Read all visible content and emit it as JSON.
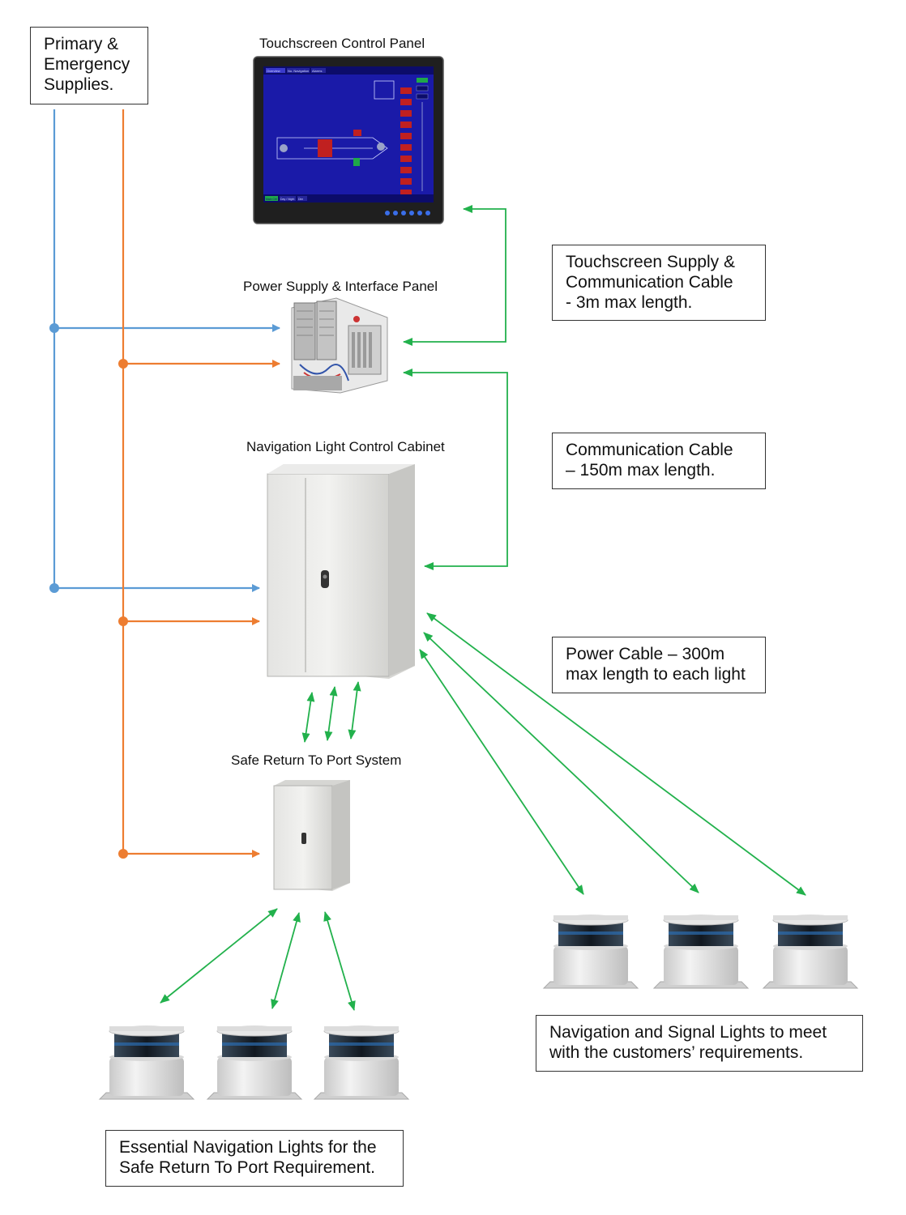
{
  "supplies": {
    "lines": [
      "Primary &",
      "Emergency",
      "Supplies."
    ]
  },
  "devices": {
    "touchscreen": "Touchscreen Control Panel",
    "power_supply": "Power Supply & Interface Panel",
    "cabinet": "Navigation Light Control Cabinet",
    "srtp": "Safe Return To Port System"
  },
  "screen_ui": {
    "tabs": [
      "Overview",
      "No. Navigation",
      "Alarms"
    ],
    "footer": [
      "Main Ctrl",
      "Day / Night",
      "Dim"
    ]
  },
  "callouts": {
    "touchscreen_cable": [
      "Touchscreen Supply &",
      "Communication Cable",
      "- 3m max length."
    ],
    "comm_cable": [
      "Communication Cable",
      "– 150m max length."
    ],
    "power_cable": [
      "Power Cable – 300m",
      "max length to each light"
    ],
    "nav_signal": [
      "Navigation and Signal Lights to meet",
      "with the customers’ requirements."
    ],
    "essential": [
      "Essential Navigation Lights for the",
      "Safe Return To Port Requirement."
    ]
  },
  "colors": {
    "primary_supply": "#5b9bd5",
    "emergency_supply": "#ed7d31",
    "data_link": "#22b14c"
  }
}
